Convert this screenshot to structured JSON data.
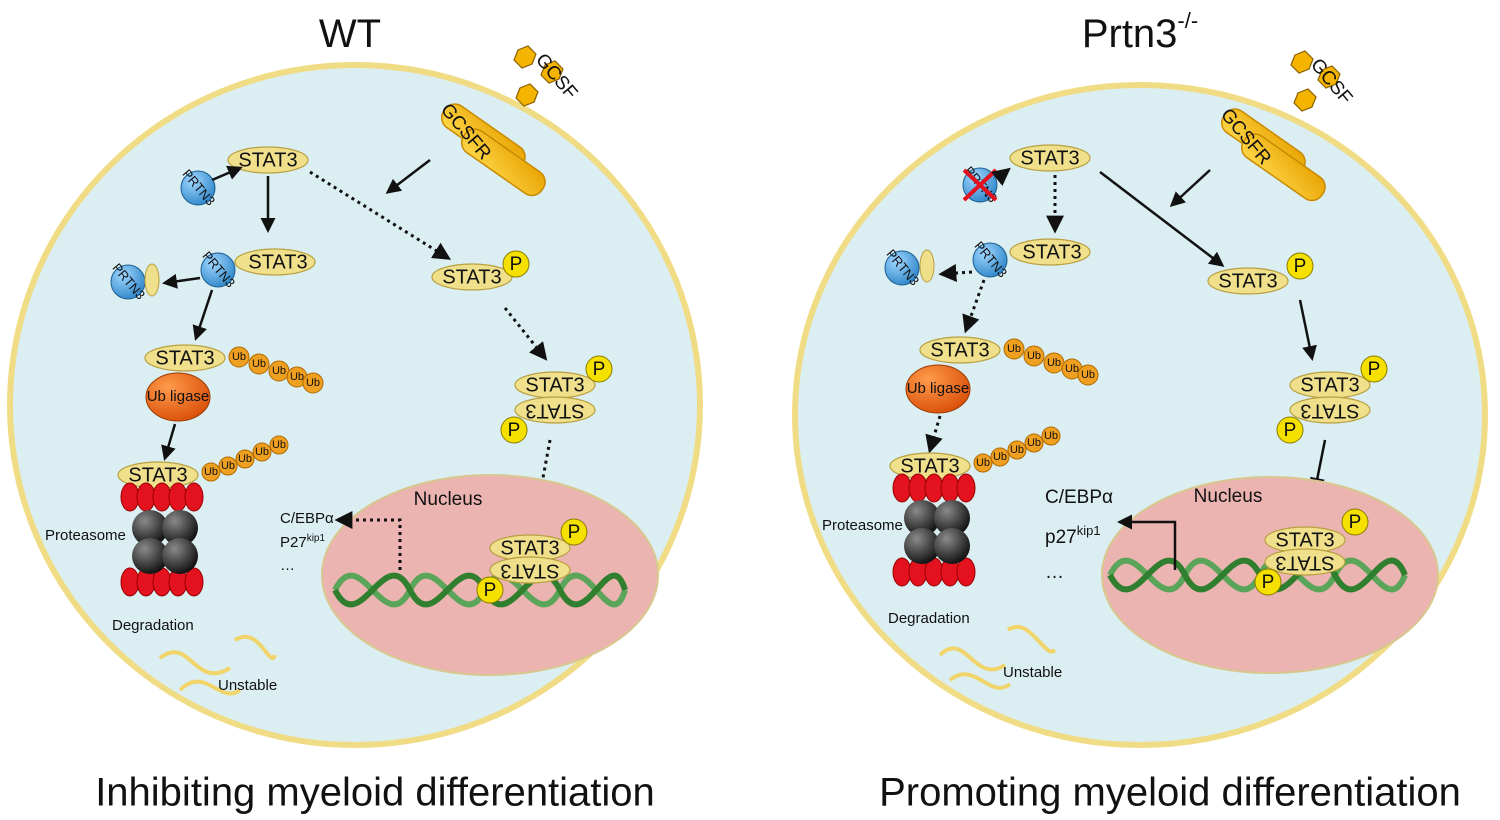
{
  "colors": {
    "cell_fill": "#dbeef2",
    "cell_stroke": "#f1dc86",
    "nucleus_fill": "#ecb4b0",
    "stat3_fill": "#f0e08c",
    "phospho_fill": "#f5e000",
    "prtn3_fill": "#3f9ad8",
    "ub_fill": "#f0a020",
    "ligase_fill": "#e86a18",
    "receptor_fill": "#f5b400",
    "proteasome_red": "#e3121e",
    "proteasome_dark": "#2a2a2a"
  },
  "panels": [
    {
      "id": "wt",
      "title": "WT",
      "title_sup": "",
      "caption": "Inhibiting myeloid differentiation",
      "labels": {
        "gcsf": "GCSF",
        "gcsfr": "GCSFR",
        "stat3": "STAT3",
        "stat3_flipped": "STAT3",
        "prtn3": "PRTN3",
        "ub": "Ub",
        "ub_ligase": "Ub ligase",
        "phospho": "P",
        "nucleus": "Nucleus",
        "proteasome": "Proteasome",
        "degradation": "Degradation",
        "unstable": "Unstable",
        "gene1": "C/EBPα",
        "gene2_base": "P27",
        "gene2_sup": "kip1",
        "gene3": "…"
      }
    },
    {
      "id": "ko",
      "title": "Prtn3",
      "title_sup": "-/-",
      "caption": "Promoting myeloid differentiation",
      "labels": {
        "gcsf": "GCSF",
        "gcsfr": "GCSFR",
        "stat3": "STAT3",
        "stat3_flipped": "STAT3",
        "prtn3": "PRTN3",
        "ub": "Ub",
        "ub_ligase": "Ub ligase",
        "phospho": "P",
        "nucleus": "Nucleus",
        "proteasome": "Proteasome",
        "degradation": "Degradation",
        "unstable": "Unstable",
        "gene1": "C/EBPα",
        "gene2_base": "p27",
        "gene2_sup": "kip1",
        "gene3": "…"
      }
    }
  ]
}
